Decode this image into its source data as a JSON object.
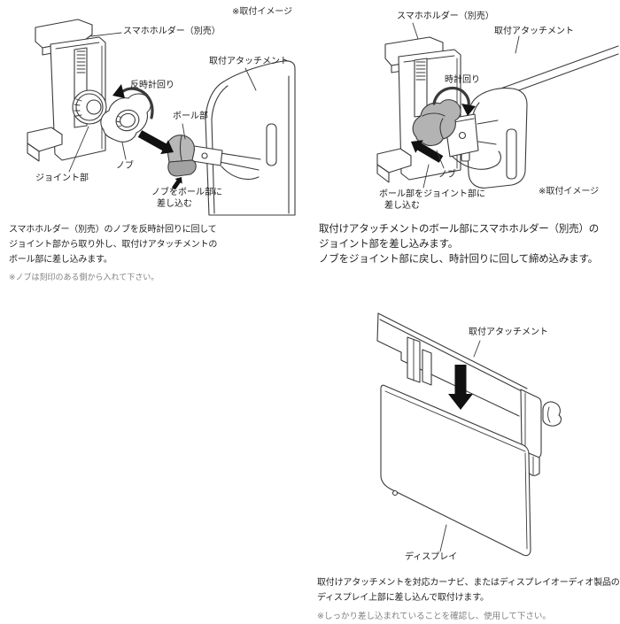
{
  "page": {
    "title": "取付イメージ説明図"
  },
  "colors": {
    "line": "#3a3a3a",
    "shade_light": "#b8b8b8",
    "shade_dark": "#a2a2a2",
    "arrow_black": "#111111",
    "text": "#1a1a1a",
    "note_gray": "#808080"
  },
  "panel1": {
    "note_image": "※取付イメージ",
    "labels": {
      "holder": "スマホホルダー（別売）",
      "attachment": "取付アタッチメント",
      "counterclockwise": "反時計回り",
      "ball": "ボール部",
      "knob": "ノブ",
      "joint": "ジョイント部",
      "insert_line1": "ノブをボール部に",
      "insert_line2": "差し込む"
    },
    "caption": {
      "line1": "スマホホルダー（別売）のノブを反時計回りに回して",
      "line2": "ジョイント部から取り外し、取付けアタッチメントの",
      "line3": "ボール部に差し込みます。",
      "note": "※ノブは刻印のある側から入れて下さい。"
    }
  },
  "panel2": {
    "note_image": "※取付イメージ",
    "labels": {
      "holder": "スマホホルダー（別売）",
      "attachment": "取付アタッチメント",
      "clockwise": "時計回り",
      "knob": "ノブ",
      "insert_line1": "ボール部をジョイント部に",
      "insert_line2": "差し込む"
    },
    "caption": {
      "line1": "取付けアタッチメントのボール部にスマホホルダー（別売）の",
      "line2": "ジョイント部を差し込みます。",
      "line3": "ノブをジョイント部に戻し、時計回りに回して締め込みます。"
    }
  },
  "panel3": {
    "labels": {
      "attachment": "取付アタッチメント",
      "display": "ディスプレイ"
    },
    "caption": {
      "line1": "取付けアタッチメントを対応カーナビ、またはディスプレイオーディオ製品の",
      "line2": "ディスプレイ上部に差し込んで取付けます。",
      "note": "※しっかり差し込まれていることを確認し、使用して下さい。"
    }
  }
}
